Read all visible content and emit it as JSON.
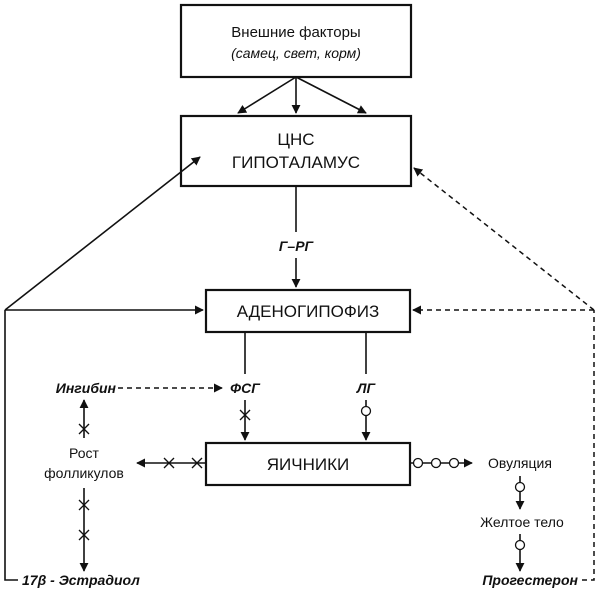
{
  "diagram": {
    "external": {
      "title": "Внешние факторы",
      "subtitle": "(самец, свет, корм)"
    },
    "cns": {
      "line1": "ЦНС",
      "line2": "ГИПОТАЛАМУС"
    },
    "grh": "Г–РГ",
    "adenohypophysis": "АДЕНОГИПОФИЗ",
    "fsh": "ФСГ",
    "lh": "ЛГ",
    "inhibin": "Ингибин",
    "follicle": {
      "line1": "Рост",
      "line2": "фолликулов"
    },
    "ovaries": "ЯИЧНИКИ",
    "ovulation": "Овуляция",
    "corpus_luteum": "Желтое тело",
    "estradiol": "17β - Эстрадиол",
    "progesterone": "Прогестерон"
  }
}
